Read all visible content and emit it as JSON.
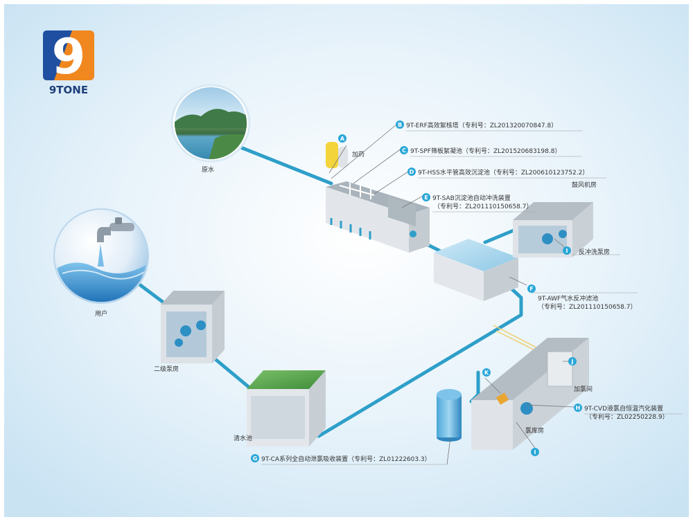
{
  "brand": {
    "logo_text": "9TONE",
    "logo_glyph": "9"
  },
  "nodes": {
    "raw_water": "原水",
    "user": "用户",
    "secondary_pump": "二级泵房",
    "clear_pool": "清水池",
    "dosing": "加药",
    "blower_room": "鼓风机房",
    "backwash_pump": "反冲洗泵房",
    "chlorine_room": "加氯间",
    "chlorine_store": "氯库房"
  },
  "callouts": [
    {
      "letter": "A",
      "text": ""
    },
    {
      "letter": "B",
      "text": "9T-ERF高效絮核塔（专利号：ZL201320070847.8）"
    },
    {
      "letter": "C",
      "text": "9T-SPF筛板絮凝池（专利号：ZL201520683198.8）"
    },
    {
      "letter": "D",
      "text": "9T-HSS水平管高效沉淀池（专利号：ZL200610123752.2）"
    },
    {
      "letter": "E",
      "text": "9T-SAB沉淀池自动冲洗装置",
      "text2": "（专利号：ZL201110150658.7）"
    },
    {
      "letter": "F",
      "text": "9T-AWF气水反冲滤池",
      "text2": "（专利号：ZL201110150658.7）"
    },
    {
      "letter": "G",
      "text": "9T-CA系列全自动泄氯吸收装置（专利号：ZL01222603.3）"
    },
    {
      "letter": "H",
      "text": "9T-CVD液氯自恒温汽化装置",
      "text2": "（专利号：ZL02250228.9）"
    },
    {
      "letter": "I",
      "text": ""
    },
    {
      "letter": "J",
      "text": ""
    },
    {
      "letter": "K",
      "text": ""
    }
  ],
  "colors": {
    "pipe": "#2e9fc9",
    "badge": "#2aa7d8",
    "tank_wall": "#d7dde2",
    "background": "#eef6fb"
  }
}
